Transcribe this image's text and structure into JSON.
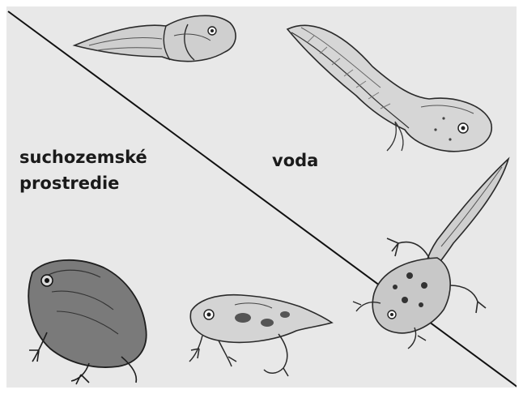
{
  "labels": {
    "land_line1": "suchozemské",
    "land_line2": "prostredie",
    "water": "voda"
  },
  "colors": {
    "background": "#e8e8e8",
    "ink": "#1a1a1a",
    "frame": "#ffffff"
  },
  "figures": [
    {
      "name": "tadpole-early"
    },
    {
      "name": "tadpole-large"
    },
    {
      "name": "tadpole-with-legs"
    },
    {
      "name": "young-frog"
    },
    {
      "name": "adult-frog"
    }
  ]
}
